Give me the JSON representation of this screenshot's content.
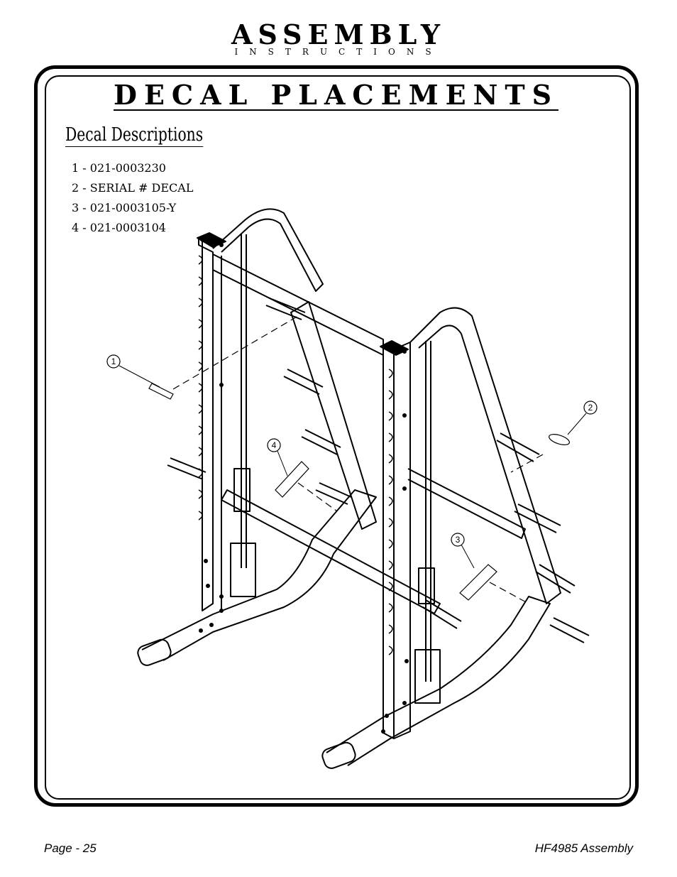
{
  "header": {
    "title": "ASSEMBLY",
    "subtitle": "INSTRUCTIONS"
  },
  "section": {
    "title": "DECAL PLACEMENTS",
    "descriptions_title": "Decal Descriptions",
    "decals": [
      "1 - 021-0003230",
      "2 - SERIAL # DECAL",
      "3 - 021-0003105-Y",
      "4 - 021-0003104"
    ]
  },
  "callouts": [
    "1",
    "2",
    "3",
    "4"
  ],
  "footer": {
    "page": "Page - 25",
    "doc": "HF4985 Assembly"
  }
}
